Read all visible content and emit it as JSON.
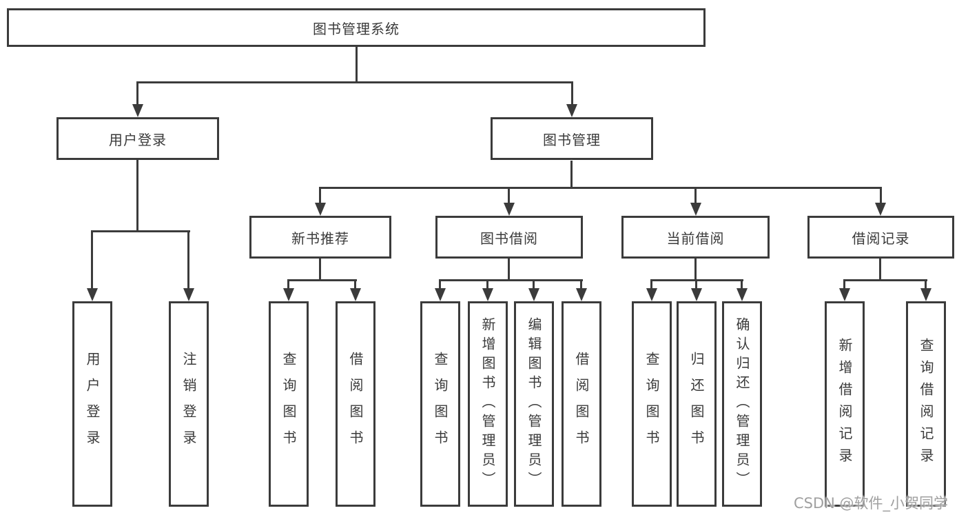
{
  "diagram": {
    "root": "图书管理系统",
    "level2": [
      "用户登录",
      "图书管理"
    ],
    "level3": [
      "新书推荐",
      "图书借阅",
      "当前借阅",
      "借阅记录"
    ],
    "leaves": {
      "user_login": [
        "用户登录",
        "注销登录"
      ],
      "new_book": [
        "查询图书",
        "借阅图书"
      ],
      "book_borrow": [
        "查询图书",
        "新增图书（管理员）",
        "编辑图书（管理员）",
        "借阅图书"
      ],
      "current_borrow": [
        "查询图书",
        "归还图书",
        "确认归还（管理员）"
      ],
      "borrow_records": [
        "新增借阅记录",
        "查询借阅记录"
      ]
    },
    "watermark": "CSDN @软件_小贺同学",
    "colors": {
      "line": "#3b3b3b",
      "box_border": "#3b3b3b",
      "box_fill": "#ffffff",
      "text": "#3a3a3a",
      "watermark": "#a0a0a0"
    }
  }
}
